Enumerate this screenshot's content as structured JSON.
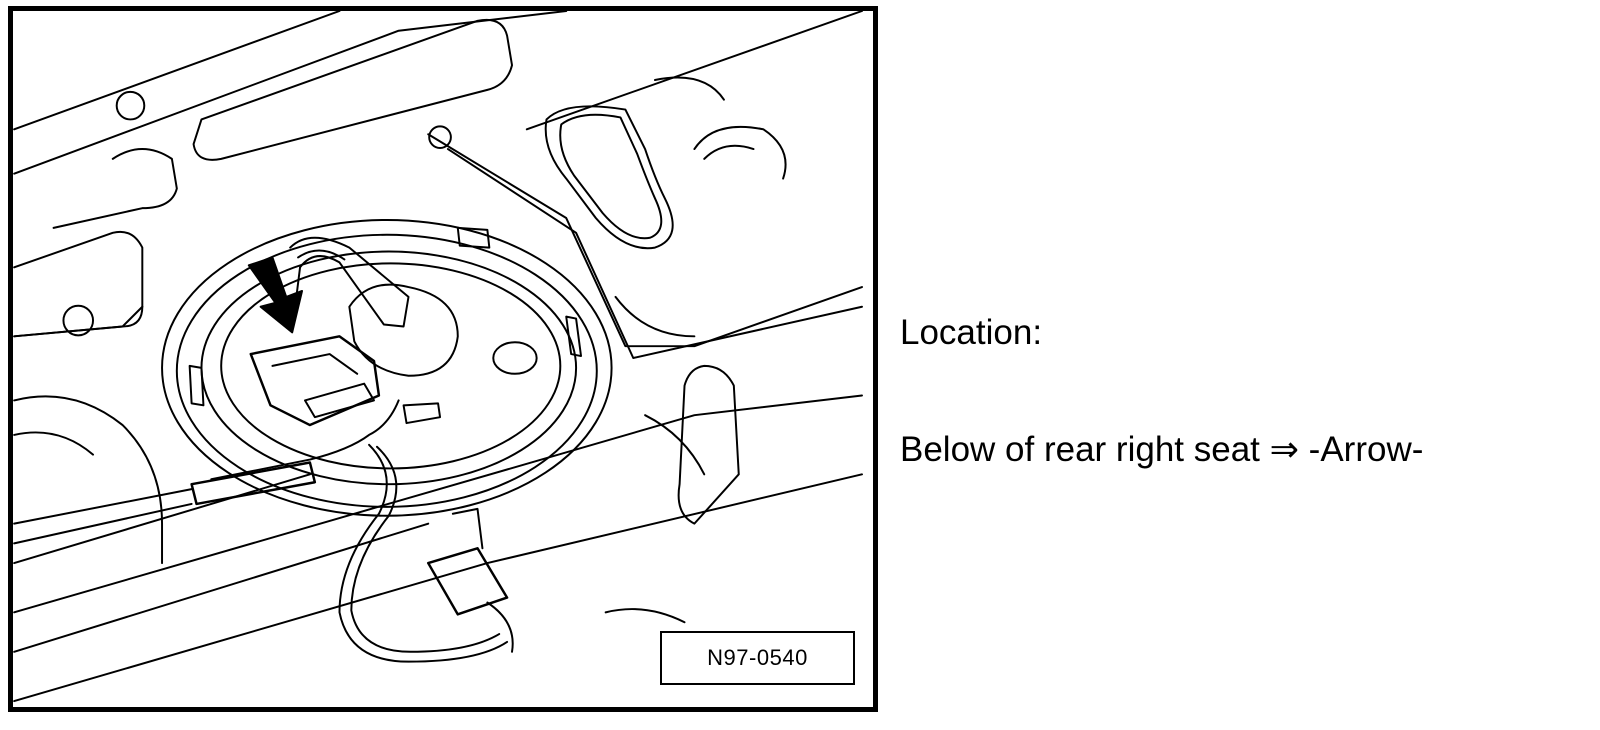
{
  "figure": {
    "reference_code": "N97-0540"
  },
  "caption": {
    "heading": "Location:",
    "text": "Below of rear right seat ⇒ -Arrow-"
  }
}
